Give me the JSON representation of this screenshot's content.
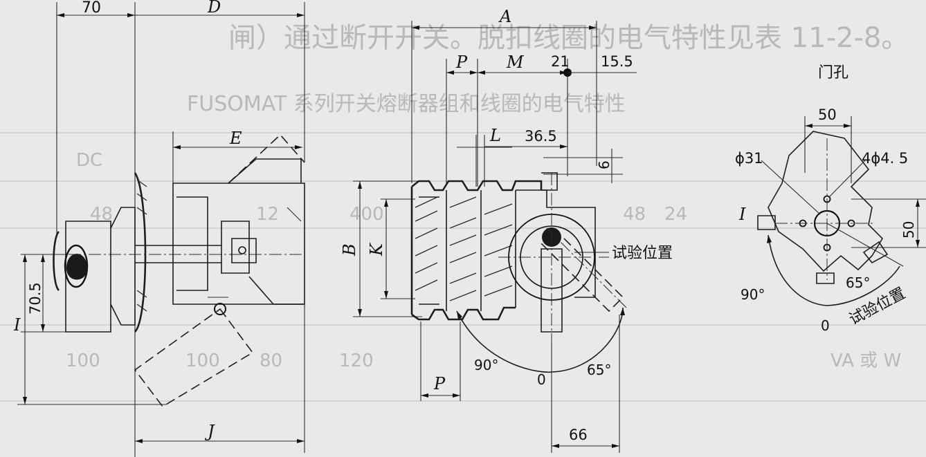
{
  "side_view": {
    "dim_70": "70",
    "dim_D": "D",
    "dim_E": "E",
    "dim_70_5": "70.5",
    "dim_I": "I",
    "dim_J": "J"
  },
  "front_view": {
    "dim_A": "A",
    "dim_P_top": "P",
    "dim_M": "M",
    "dim_21": "21",
    "dim_15_5": "15.5",
    "dim_L": "L",
    "dim_36_5": "36.5",
    "dim_6": "6",
    "dim_B": "B",
    "dim_K": "K",
    "dim_P_bottom": "P",
    "angle_90": "90°",
    "angle_0": "0",
    "angle_65": "65°",
    "dim_66": "66",
    "test_position": "试验位置"
  },
  "door_hole": {
    "title": "门孔",
    "dim_50_top": "50",
    "dim_phi31": "ϕ31",
    "dim_4phi4_5": "4ϕ4. 5",
    "dim_50_right": "50",
    "mark_I": "I",
    "angle_65": "65°",
    "angle_90": "90°",
    "angle_0": "0",
    "test_position": "试验位置"
  },
  "background_text": {
    "heading_line": "闸）通过断开开关。脱扣线圈的电气特性见表 11-2-8。",
    "table_title": "FUSOMAT 系列开关熔断器组和线圈的电气特性",
    "cell_dc": "DC",
    "cell_48a": "48",
    "cell_24": "24",
    "cell_12": "12",
    "cell_400": "400",
    "cell_48b": "48",
    "cell_100a": "100",
    "cell_100b": "100",
    "cell_80": "80",
    "cell_120": "120",
    "cell_VA": "VA 或 W"
  }
}
